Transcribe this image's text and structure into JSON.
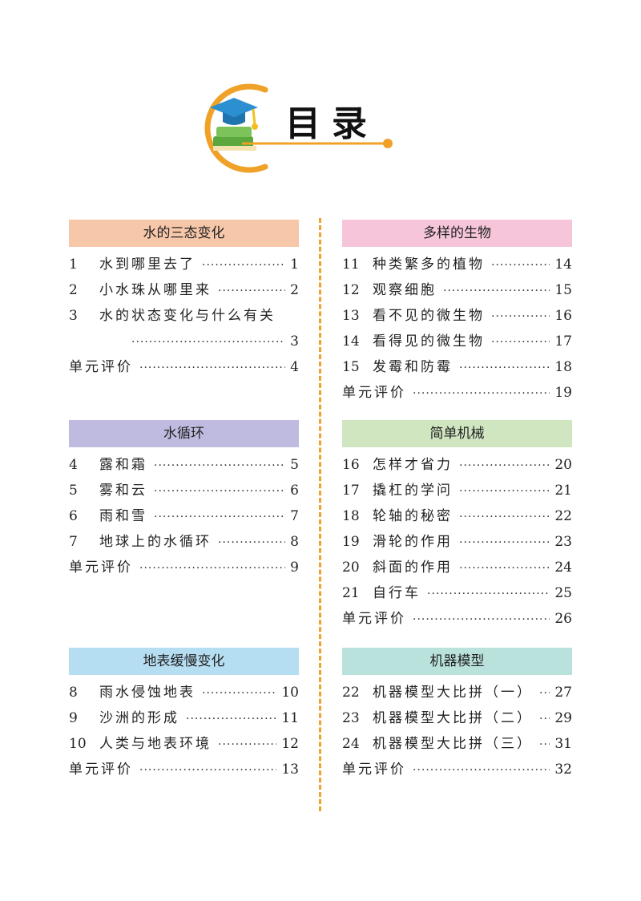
{
  "page": {
    "title": "目录"
  },
  "colors": {
    "accent_orange": "#f0a127",
    "header_1": "#f7c7aa",
    "header_2": "#bfbbe0",
    "header_3": "#b6def2",
    "header_4": "#f6c5da",
    "header_5": "#cfe6c1",
    "header_6": "#b9e2dd"
  },
  "icons": {
    "logo": "graduation-cap-books-icon"
  },
  "left": [
    {
      "header": "水的三态变化",
      "items": [
        {
          "num": "1",
          "title": "水到哪里去了",
          "page": "1"
        },
        {
          "num": "2",
          "title": "小水珠从哪里来",
          "page": "2"
        },
        {
          "num": "3",
          "title": "水的状态变化与什么有关",
          "page": "3"
        }
      ],
      "review": {
        "title": "单元评价",
        "page": "4"
      }
    },
    {
      "header": "水循环",
      "items": [
        {
          "num": "4",
          "title": "露和霜",
          "page": "5"
        },
        {
          "num": "5",
          "title": "雾和云",
          "page": "6"
        },
        {
          "num": "6",
          "title": "雨和雪",
          "page": "7"
        },
        {
          "num": "7",
          "title": "地球上的水循环",
          "page": "8"
        }
      ],
      "review": {
        "title": "单元评价",
        "page": "9"
      }
    },
    {
      "header": "地表缓慢变化",
      "items": [
        {
          "num": "8",
          "title": "雨水侵蚀地表",
          "page": "10"
        },
        {
          "num": "9",
          "title": "沙洲的形成",
          "page": "11"
        },
        {
          "num": "10",
          "title": "人类与地表环境",
          "page": "12"
        }
      ],
      "review": {
        "title": "单元评价",
        "page": "13"
      }
    }
  ],
  "right": [
    {
      "header": "多样的生物",
      "items": [
        {
          "num": "11",
          "title": "种类繁多的植物",
          "page": "14"
        },
        {
          "num": "12",
          "title": "观察细胞",
          "page": "15"
        },
        {
          "num": "13",
          "title": "看不见的微生物",
          "page": "16"
        },
        {
          "num": "14",
          "title": "看得见的微生物",
          "page": "17"
        },
        {
          "num": "15",
          "title": "发霉和防霉",
          "page": "18"
        }
      ],
      "review": {
        "title": "单元评价",
        "page": "19"
      }
    },
    {
      "header": "简单机械",
      "items": [
        {
          "num": "16",
          "title": "怎样才省力",
          "page": "20"
        },
        {
          "num": "17",
          "title": "撬杠的学问",
          "page": "21"
        },
        {
          "num": "18",
          "title": "轮轴的秘密",
          "page": "22"
        },
        {
          "num": "19",
          "title": "滑轮的作用",
          "page": "23"
        },
        {
          "num": "20",
          "title": "斜面的作用",
          "page": "24"
        },
        {
          "num": "21",
          "title": "自行车",
          "page": "25"
        }
      ],
      "review": {
        "title": "单元评价",
        "page": "26"
      }
    },
    {
      "header": "机器模型",
      "items": [
        {
          "num": "22",
          "title": "机器模型大比拼（一）",
          "page": "27"
        },
        {
          "num": "23",
          "title": "机器模型大比拼（二）",
          "page": "29"
        },
        {
          "num": "24",
          "title": "机器模型大比拼（三）",
          "page": "31"
        }
      ],
      "review": {
        "title": "单元评价",
        "page": "32"
      }
    }
  ]
}
